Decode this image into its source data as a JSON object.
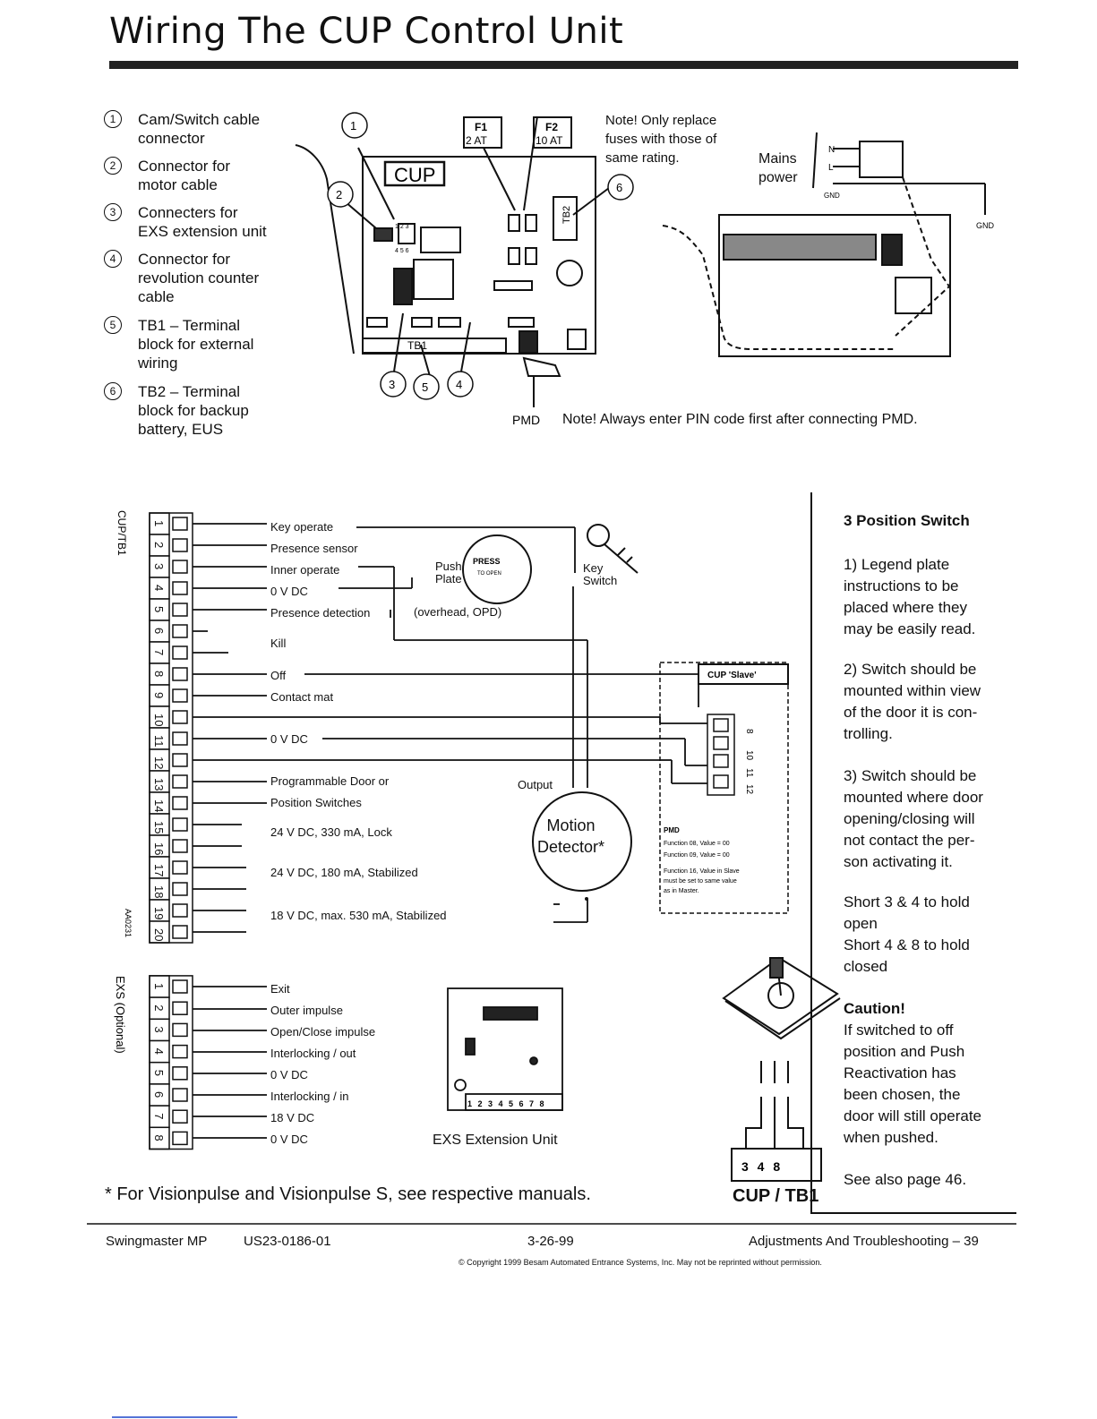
{
  "title": "Wiring The CUP Control Unit",
  "legend": [
    {
      "num": "1",
      "text": "Cam/Switch cable\nconnector"
    },
    {
      "num": "2",
      "text": "Connector for\nmotor cable"
    },
    {
      "num": "3",
      "text": "Connecters for\nEXS extension unit"
    },
    {
      "num": "4",
      "text": "Connector for\nrevolution counter\ncable"
    },
    {
      "num": "5",
      "text": "TB1 – Terminal\nblock for external\nwiring"
    },
    {
      "num": "6",
      "text": "TB2 – Terminal\nblock for backup\nbattery, EUS"
    }
  ],
  "board": {
    "cup_label": "CUP",
    "f1": "F1",
    "f1_rating": "2 AT",
    "f2": "F2",
    "f2_rating": "10 AT",
    "tb1": "TB1",
    "tb2": "TB2",
    "pin_top": "1 2 3",
    "pin_bottom": "4 5 6",
    "callouts": [
      "1",
      "2",
      "3",
      "5",
      "4",
      "6"
    ],
    "pmd": "PMD"
  },
  "fuse_note": "Note!  Only replace\nfuses with those of\nsame rating.",
  "mains": {
    "label": "Mains\npower",
    "n": "N",
    "l": "L",
    "gnd": "GND",
    "gnd_right": "GND"
  },
  "pin_note": "Note!  Always enter PIN code first after connecting PMD.",
  "tb1_block": {
    "title": "CUP/TB1",
    "pins": [
      "1",
      "2",
      "3",
      "4",
      "5",
      "6",
      "7",
      "8",
      "9",
      "10",
      "11",
      "12",
      "13",
      "14",
      "15",
      "16",
      "17",
      "18",
      "19",
      "20"
    ],
    "part_code": "AA0231",
    "labels": {
      "key_operate": "Key operate",
      "presence_sensor": "Presence sensor",
      "inner_operate": "Inner operate",
      "zero_vdc_1": "0 V DC",
      "presence_detection": "Presence detection",
      "kill": "Kill",
      "off": "Off",
      "contact_mat": "Contact mat",
      "zero_vdc_2": "0 V DC",
      "programmable_1": "Programmable Door or",
      "programmable_2": "Position Switches",
      "v24_lock": "24 V DC, 330 mA, Lock",
      "v24_stab": "24 V DC, 180 mA, Stabilized",
      "v18_stab": "18 V DC, max. 530 mA, Stabilized"
    },
    "push_plate": "Push\nPlate",
    "press_to_open_1": "PRESS",
    "press_to_open_2": "TO OPEN",
    "key_switch": "Key\nSwitch",
    "overhead": "(overhead, OPD)",
    "output": "Output",
    "motion_detector": "Motion\nDetector*"
  },
  "slave": {
    "title": "CUP 'Slave'",
    "pins": [
      "8",
      "10",
      "11",
      "12"
    ],
    "pmd_title": "PMD",
    "pmd_lines": [
      "Function 08, Value = 00",
      "Function 09, Value = 00",
      "Function 16, Value in Slave",
      "must be set to same value",
      "as in Master."
    ]
  },
  "exs_block": {
    "title": "EXS (Optional)",
    "pins": [
      "1",
      "2",
      "3",
      "4",
      "5",
      "6",
      "7",
      "8"
    ],
    "labels": [
      "Exit",
      "Outer impulse",
      "Open/Close impulse",
      "Interlocking / out",
      "0 V DC",
      "Interlocking / in",
      "18 V DC",
      "0 V DC"
    ],
    "unit_pins": "1 2 3 4 5 6 7 8",
    "unit_label": "EXS Extension Unit"
  },
  "side_panel": {
    "title": "3 Position Switch",
    "p1": "1) Legend plate\ninstructions to be\nplaced where they\nmay be easily read.",
    "p2": "2) Switch should be\nmounted within view\nof the door it is con-\ntrolling.",
    "p3": "3) Switch should be\nmounted where door\nopening/closing will\nnot contact the per-\nson activating it.",
    "short_open": "Short 3 & 4 to hold\nopen",
    "short_closed": "Short 4 & 8 to hold\nclosed",
    "caution_title": "Caution!",
    "caution_text": "If switched to off\nposition and Push\nReactivation has\nbeen chosen, the\ndoor will still operate\nwhen pushed.",
    "see_also": "See also page 46.",
    "terminals": "3  4  8",
    "cup_tb1": "CUP / TB1"
  },
  "footnote": "* For Visionpulse and Visionpulse S, see respective manuals.",
  "footer": {
    "model": "Swingmaster MP",
    "doc_code": "US23-0186-01",
    "date": "3-26-99",
    "section": "Adjustments And Troubleshooting – 39",
    "copyright": "© Copyright 1999 Besam Automated Entrance Systems, Inc.  May not be reprinted without permission."
  }
}
